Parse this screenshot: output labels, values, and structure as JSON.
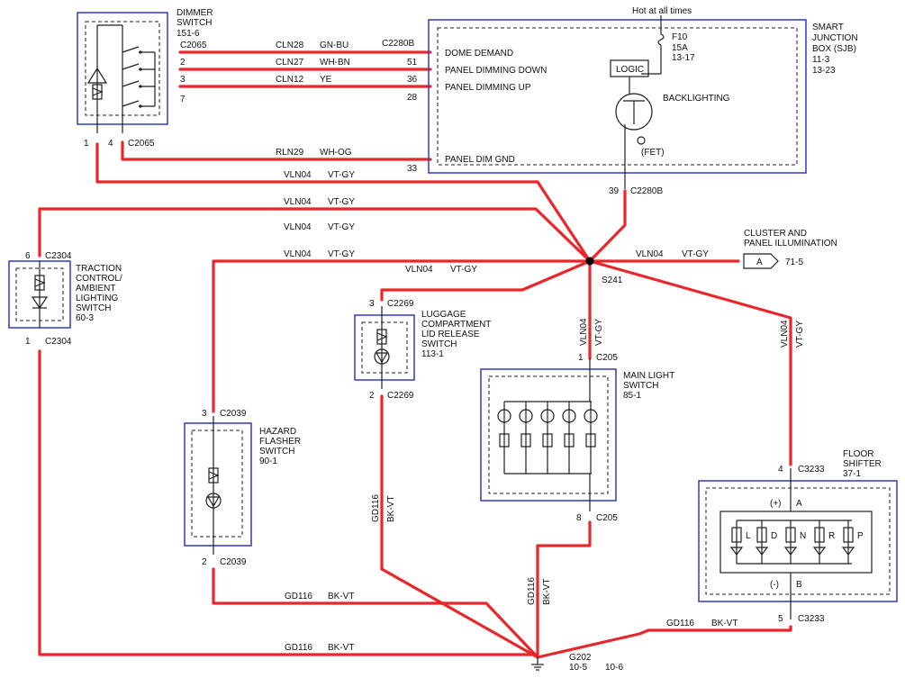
{
  "components": {
    "dimmer": {
      "name_l1": "DIMMER",
      "name_l2": "SWITCH",
      "ref": "151-6"
    },
    "sjb": {
      "name_l1": "SMART",
      "name_l2": "JUNCTION",
      "name_l3": "BOX (SJB)",
      "ref1": "11-3",
      "ref2": "13-23",
      "hot": "Hot at all times",
      "fuse": "F10",
      "fuse_rating": "15A",
      "fuse_ref": "13-17",
      "logic": "LOGIC",
      "backlighting": "BACKLIGHTING",
      "fet": "(FET)",
      "pins": [
        "DOME DEMAND",
        "PANEL DIMMING DOWN",
        "PANEL DIMMING UP",
        "PANEL DIM GND"
      ]
    },
    "traction": {
      "l1": "TRACTION",
      "l2": "CONTROL/",
      "l3": "AMBIENT",
      "l4": "LIGHTING",
      "l5": "SWITCH",
      "ref": "60-3"
    },
    "luggage": {
      "l1": "LUGGAGE",
      "l2": "COMPARTMENT",
      "l3": "LID RELEASE",
      "l4": "SWITCH",
      "ref": "113-1"
    },
    "hazard": {
      "l1": "HAZARD",
      "l2": "FLASHER",
      "l3": "SWITCH",
      "ref": "90-1"
    },
    "main_light": {
      "l1": "MAIN LIGHT",
      "l2": "SWITCH",
      "ref": "85-1"
    },
    "floor": {
      "l1": "FLOOR",
      "l2": "SHIFTER",
      "ref": "37-1",
      "plus": "(+)",
      "minus": "(-)",
      "a": "A",
      "b": "B",
      "gears": [
        "L",
        "D",
        "N",
        "R",
        "P"
      ]
    },
    "cluster": {
      "l1": "CLUSTER AND",
      "l2": "PANEL ILLUMINATION",
      "conn": "A",
      "ref": "71-5"
    }
  },
  "connectors": {
    "c2065": "C2065",
    "c2280b": "C2280B",
    "c2304": "C2304",
    "c2269": "C2269",
    "c2039": "C2039",
    "c205": "C205",
    "c3233": "C3233",
    "splice": "S241",
    "ground": "G202",
    "ground_ref1": "10-5",
    "ground_ref2": "10-6"
  },
  "pins": {
    "dim_2": "2",
    "dim_3": "3",
    "dim_7": "7",
    "dim_1": "1",
    "dim_4": "4",
    "sjb_51": "51",
    "sjb_36": "36",
    "sjb_28": "28",
    "sjb_33": "33",
    "sjb_39": "39",
    "tr_6": "6",
    "tr_1": "1",
    "lg_3": "3",
    "lg_2": "2",
    "hz_3": "3",
    "hz_2": "2",
    "ml_1": "1",
    "ml_8": "8",
    "fs_4": "4",
    "fs_5": "5"
  },
  "circuits": {
    "cln28": "CLN28",
    "gn_bu": "GN-BU",
    "cln27": "CLN27",
    "wh_bn": "WH-BN",
    "cln12": "CLN12",
    "ye": "YE",
    "rln29": "RLN29",
    "wh_og": "WH-OG",
    "vln04": "VLN04",
    "vt_gy": "VT-GY",
    "gd116": "GD116",
    "bk_vt": "BK-VT"
  },
  "colors": {
    "wire": "#e8262b",
    "component_border": "#3b46c9",
    "line": "#1f1f1f"
  }
}
